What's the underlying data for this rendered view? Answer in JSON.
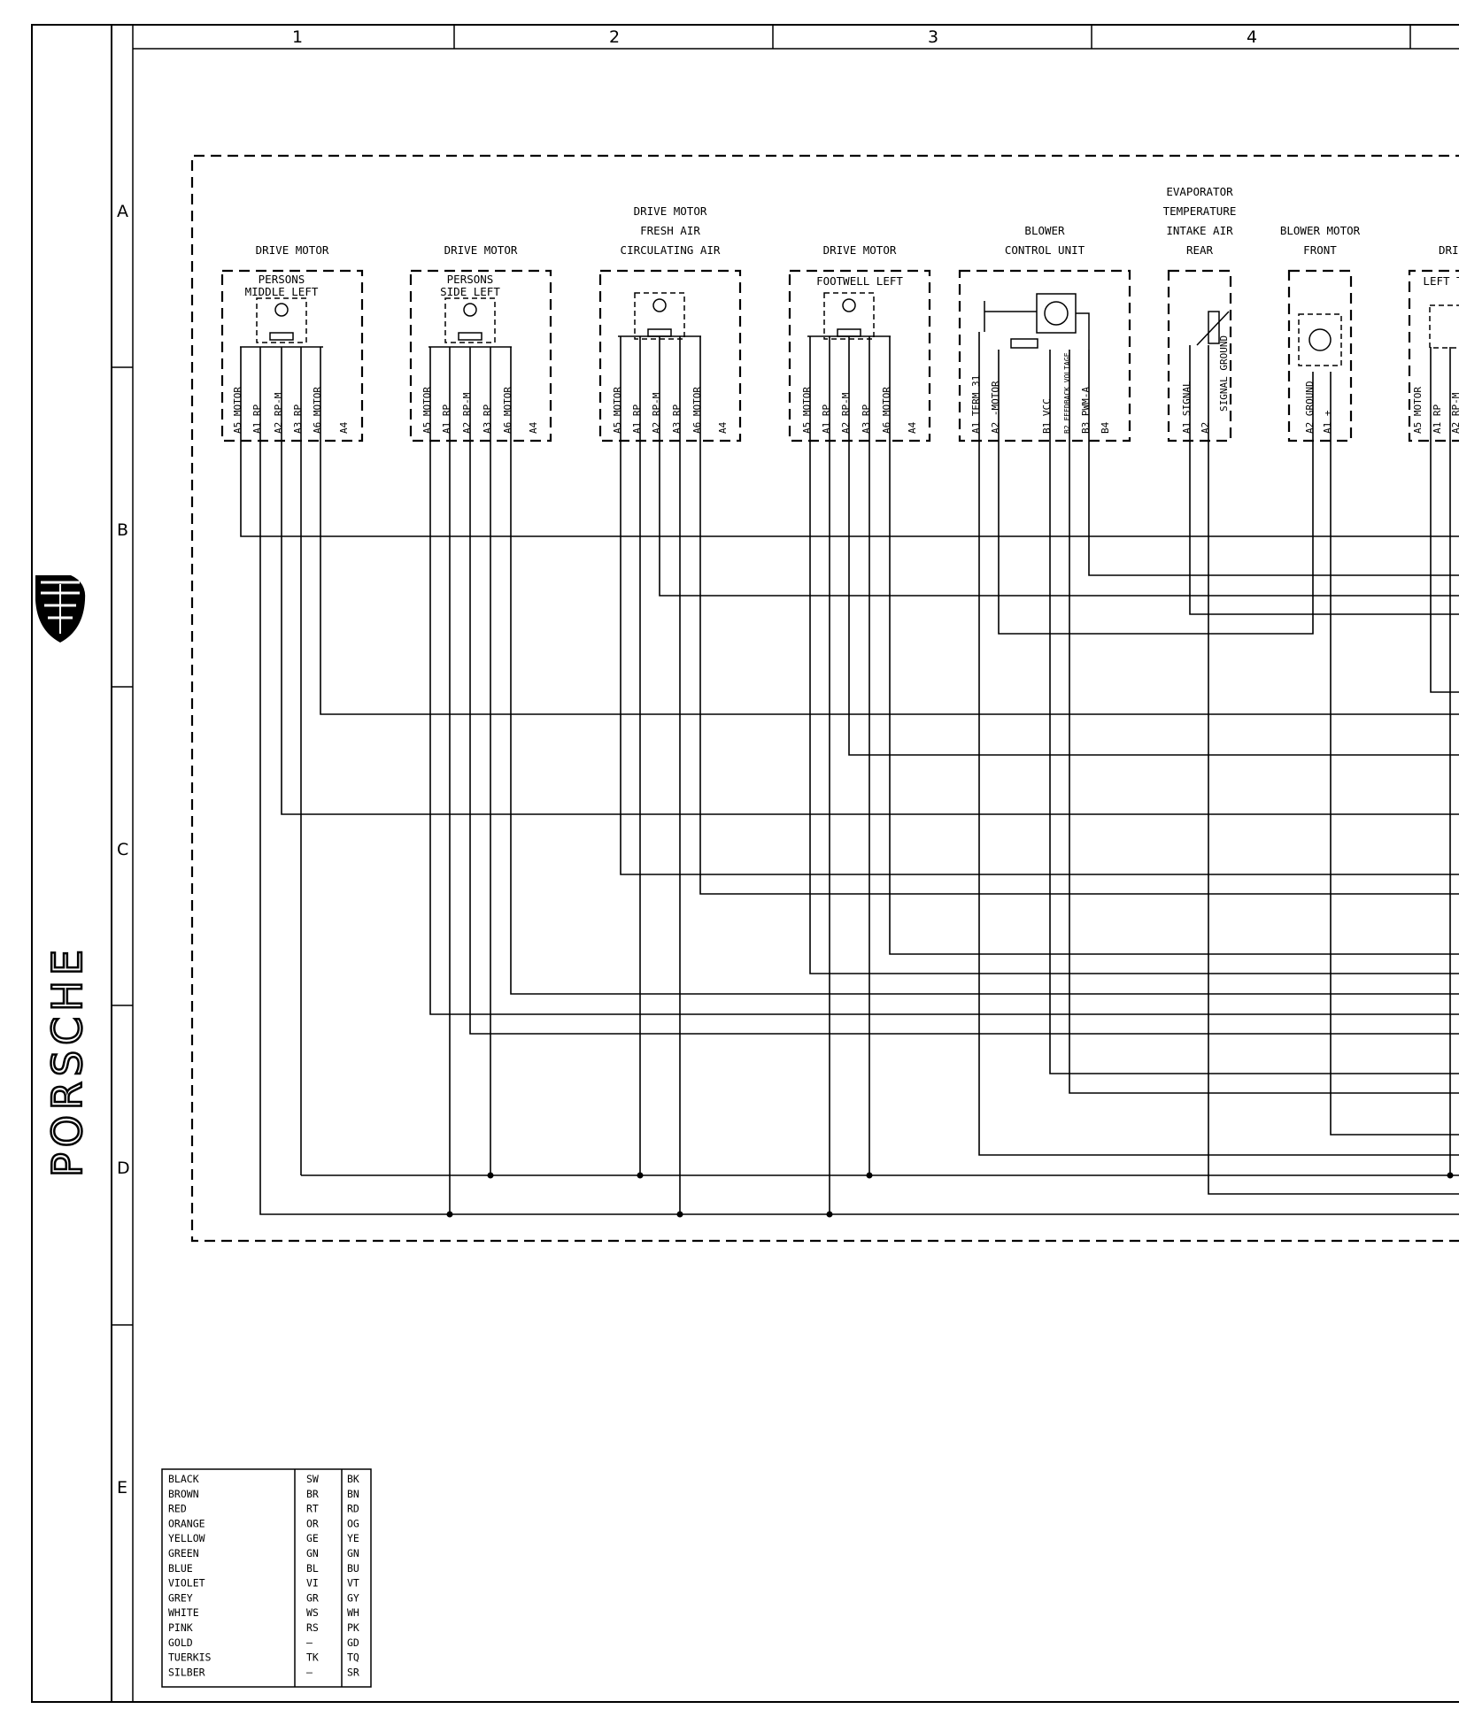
{
  "brand": "PORSCHE",
  "grid": {
    "columns": [
      "1",
      "2",
      "3",
      "4"
    ],
    "rows": [
      "A",
      "B",
      "C",
      "D",
      "E"
    ]
  },
  "components": [
    {
      "title": [
        "DRIVE MOTOR"
      ],
      "sublabel": [
        "PERSONS",
        "MIDDLE LEFT"
      ],
      "pins": [
        "A5 MOTOR",
        "A1 RP",
        "A2 RP-M",
        "A3 RP",
        "A6 MOTOR",
        "A4"
      ]
    },
    {
      "title": [
        "DRIVE MOTOR"
      ],
      "sublabel": [
        "PERSONS",
        "SIDE LEFT"
      ],
      "pins": [
        "A5 MOTOR",
        "A1 RP",
        "A2 RP-M",
        "A3 RP",
        "A6 MOTOR",
        "A4"
      ]
    },
    {
      "title": [
        "DRIVE MOTOR",
        "FRESH AIR",
        "CIRCULATING AIR"
      ],
      "sublabel": [],
      "pins": [
        "A5 MOTOR",
        "A1 RP",
        "A2 RP-M",
        "A3 RP",
        "A6 MOTOR",
        "A4"
      ]
    },
    {
      "title": [
        "DRIVE MOTOR"
      ],
      "sublabel": [
        "FOOTWELL LEFT"
      ],
      "pins": [
        "A5 MOTOR",
        "A1 RP",
        "A2 RP-M",
        "A3 RP",
        "A6 MOTOR",
        "A4"
      ]
    },
    {
      "title": [
        "BLOWER",
        "CONTROL UNIT"
      ],
      "sublabel": [],
      "pins": [
        "A1 TERM 31",
        "A2 -MOTOR",
        "B1 VCC",
        "B2 FEEDBACK VOLTAGE",
        "B3 PWM-A",
        "B4"
      ]
    },
    {
      "title": [
        "EVAPORATOR",
        "TEMPERATURE",
        "INTAKE AIR",
        "REAR"
      ],
      "sublabel": [],
      "pins": [
        "A1 SIGNAL",
        "A2",
        "SIGNAL GROUND"
      ]
    },
    {
      "title": [
        "BLOWER MOTOR",
        "FRONT"
      ],
      "sublabel": [],
      "pins": [
        "A2 GROUND",
        "A1 +"
      ]
    },
    {
      "title": [
        "DRIV"
      ],
      "sublabel": [
        "LEFT T"
      ],
      "pins": [
        "A5 MOTOR",
        "A1 RP",
        "A2 RP-M"
      ]
    }
  ],
  "legend": [
    [
      "BLACK",
      "SW",
      "BK"
    ],
    [
      "BROWN",
      "BR",
      "BN"
    ],
    [
      "RED",
      "RT",
      "RD"
    ],
    [
      "ORANGE",
      "OR",
      "OG"
    ],
    [
      "YELLOW",
      "GE",
      "YE"
    ],
    [
      "GREEN",
      "GN",
      "GN"
    ],
    [
      "BLUE",
      "BL",
      "BU"
    ],
    [
      "VIOLET",
      "VI",
      "VT"
    ],
    [
      "GREY",
      "GR",
      "GY"
    ],
    [
      "WHITE",
      "WS",
      "WH"
    ],
    [
      "PINK",
      "RS",
      "PK"
    ],
    [
      "GOLD",
      "—",
      "GD"
    ],
    [
      "TUERKIS",
      "TK",
      "TQ"
    ],
    [
      "SILBER",
      "—",
      "SR"
    ]
  ]
}
